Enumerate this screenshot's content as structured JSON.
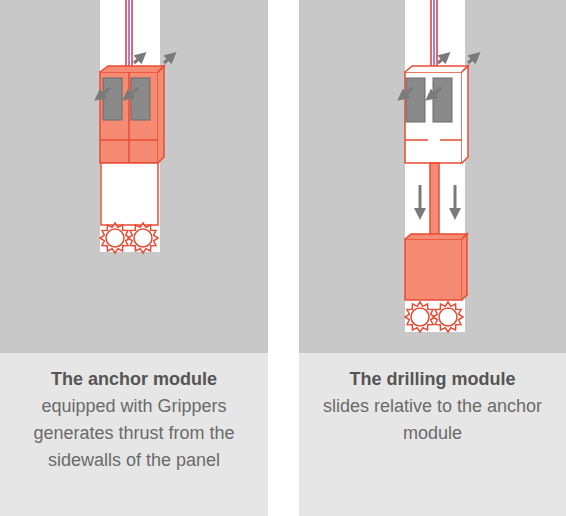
{
  "diagram": {
    "nodes": [
      {
        "text": [
          "The anchor module",
          "equipped with Grippers generates thrust from the sidewalls of the panel"
        ]
      },
      {
        "text": [
          "The drilling module",
          "slides relative to the anchor module"
        ]
      }
    ],
    "edges": []
  }
}
